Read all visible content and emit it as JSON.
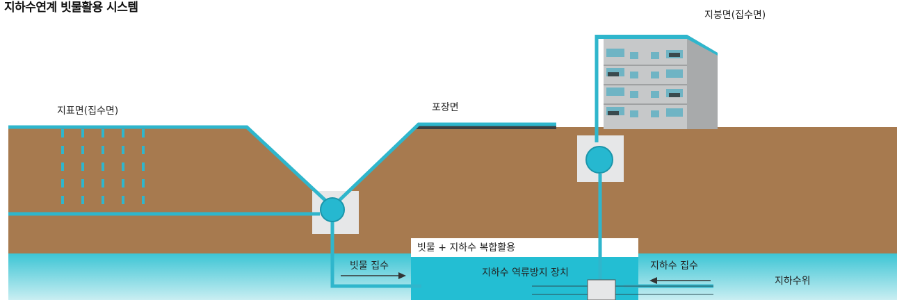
{
  "title": "지하수연계 빗물활용 시스템",
  "labels": {
    "roof": "지붕면(집수면)",
    "ground_surface": "지표면(집수면)",
    "pavement": "포장면",
    "combined_use": "빗물 + 지하수 복합활용",
    "rain_collection": "빗물 집수",
    "backflow_device": "지하수 역류방지 장치",
    "groundwater_collection": "지하수 집수",
    "groundwater_level": "지하수위"
  },
  "colors": {
    "pipe": "#24b6cf",
    "soil": "#a77a4f",
    "water_top": "#36c3d3",
    "water_bottom": "#c9eef2",
    "pavement": "#3b3f41",
    "building": "#c3c5c6",
    "manhole": "#e6e7e8"
  },
  "icons": [
    "building-icon",
    "manhole-icon",
    "right-arrow-icon",
    "left-arrow-icon"
  ]
}
